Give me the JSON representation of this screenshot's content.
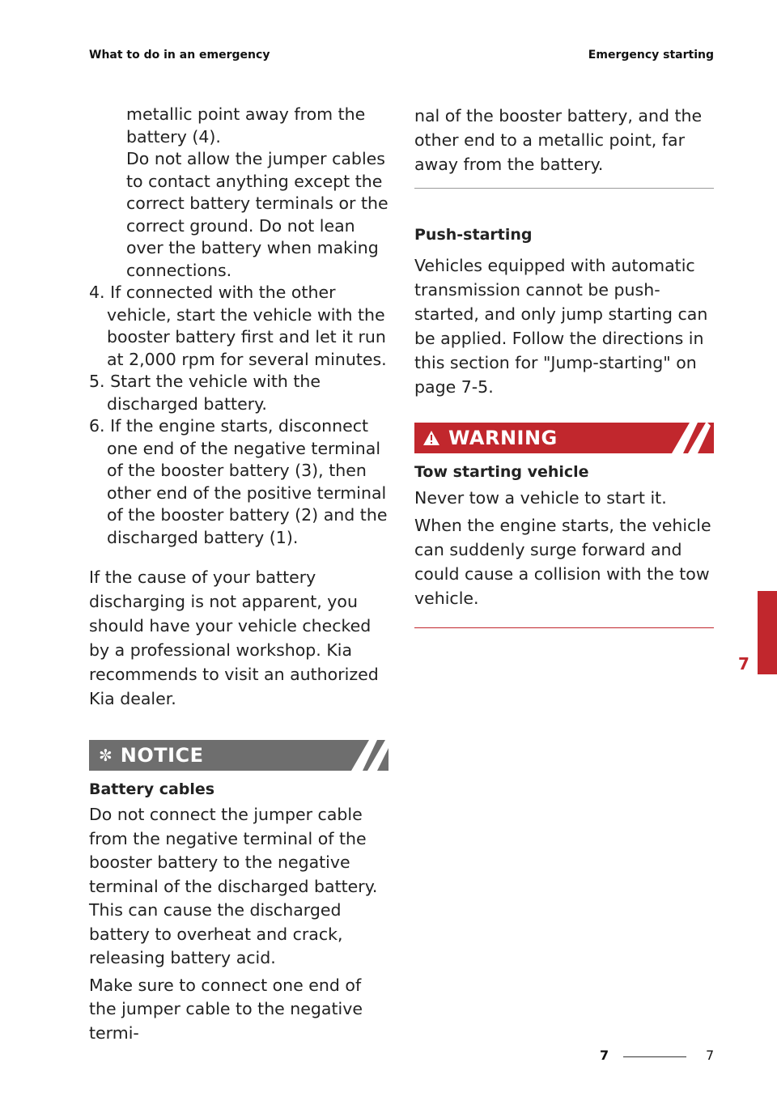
{
  "header": {
    "left": "What to do in an emergency",
    "right": "Emergency starting"
  },
  "left": {
    "continuation": [
      "metallic point away from the battery (4).",
      "Do not allow the jumper cables to contact anything except the correct battery terminals or the correct ground. Do not lean over the battery when making connections."
    ],
    "steps": [
      "4. If connected with the other vehicle, start the vehicle with the booster battery first and let it run at 2,000 rpm for several minutes.",
      "5. Start the vehicle with the discharged battery.",
      "6. If the engine starts, disconnect one end of the negative terminal of the booster battery (3), then other end of the positive terminal of the booster battery (2) and the discharged battery (1)."
    ],
    "cause_paragraph": "If the cause of your battery discharging is not apparent, you should have your vehicle checked by a professional workshop. Kia recommends to visit an authorized Kia dealer.",
    "notice": {
      "symbol": "✼",
      "label": "NOTICE",
      "title": "Battery cables",
      "para1": "Do not connect the jumper cable from the negative terminal of the booster battery to the negative terminal of the discharged battery. This can cause the discharged battery to overheat and crack, releasing battery acid.",
      "para2": "Make sure to connect one end of the jumper cable to the negative termi-"
    }
  },
  "right": {
    "continuation": "nal of the booster battery, and the other end to a metallic point, far away from the battery.",
    "push": {
      "title": "Push-starting",
      "text": "Vehicles equipped with automatic transmission cannot be push-started, and only jump starting can be applied. Follow the directions in this section for \"Jump-starting\" on page 7-5."
    },
    "warning": {
      "label": "WARNING",
      "title": "Tow starting vehicle",
      "para1": "Never tow a vehicle to start it.",
      "para2": "When the engine starts, the vehicle can suddenly surge forward and could cause a collision with the tow vehicle."
    }
  },
  "side_tab": {
    "number": "7"
  },
  "footer": {
    "chapter": "7",
    "page": "7"
  },
  "colors": {
    "accent_red": "#c1272d",
    "notice_gray": "#6e6e6e"
  }
}
